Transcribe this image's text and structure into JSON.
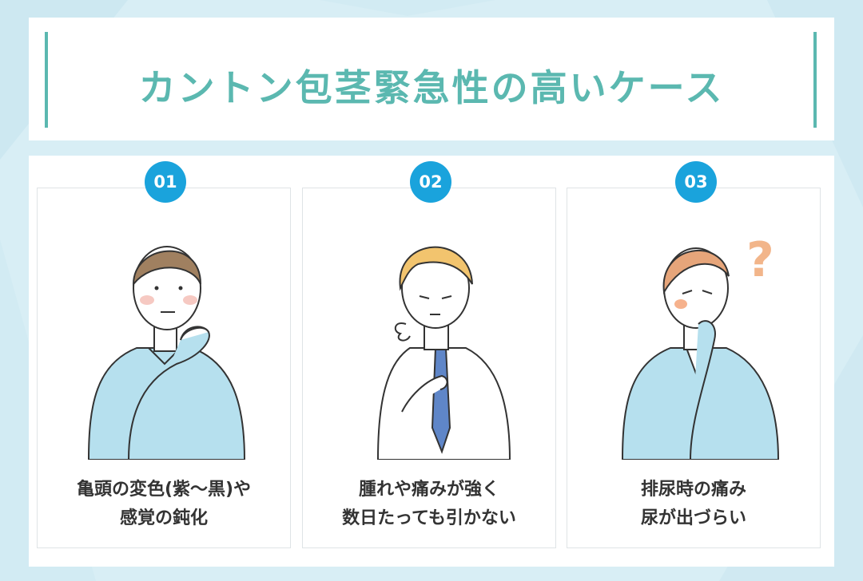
{
  "title": "カントン包茎緊急性の高いケース",
  "cards": [
    {
      "number": "01",
      "line1": "亀頭の変色(紫～黒)や",
      "line2": "感覚の鈍化",
      "illustration": "man-thinking-chin-hand"
    },
    {
      "number": "02",
      "line1": "腫れや痛みが強く",
      "line2": "数日たっても引かない",
      "illustration": "man-worried-sigh"
    },
    {
      "number": "03",
      "line1": "排尿時の痛み",
      "line2": "尿が出づらい",
      "illustration": "man-confused-question-mark"
    }
  ],
  "colors": {
    "accent": "#5bb8b0",
    "badge": "#1aa3dc",
    "shirt": "#b6e0ee",
    "background": "#d8eef5"
  }
}
